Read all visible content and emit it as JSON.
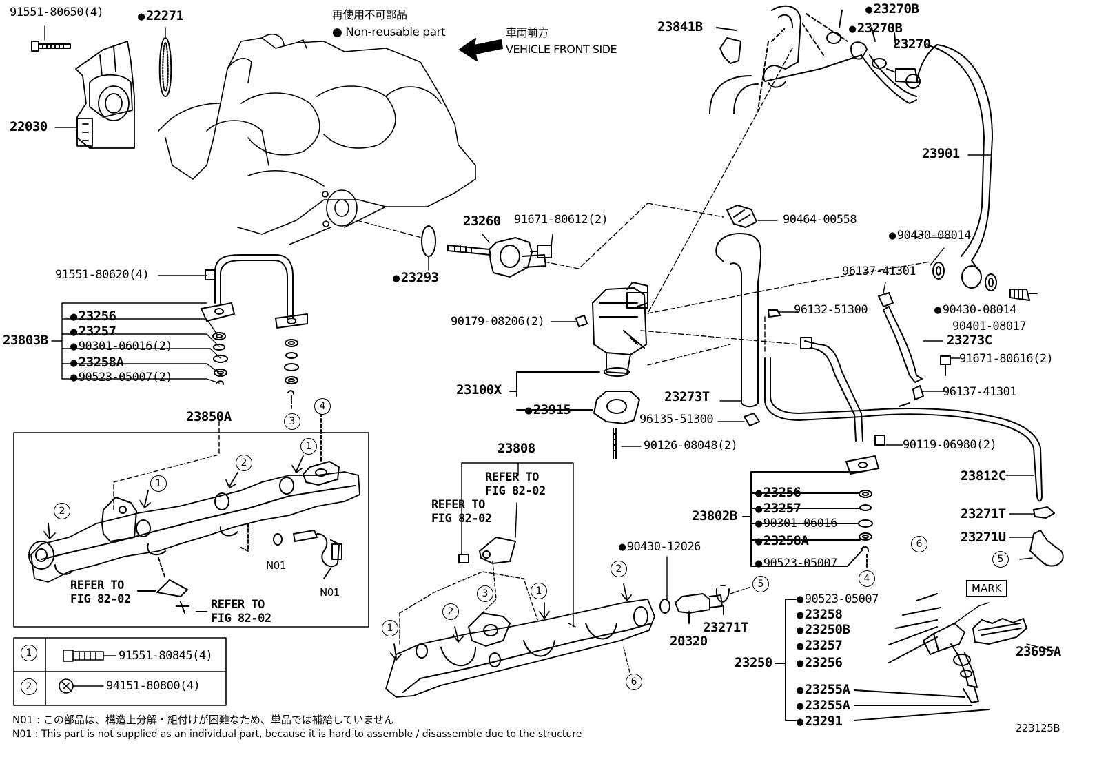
{
  "legend": {
    "jp": "再使用不可部品",
    "en": "Non-reusable part",
    "front_jp": "車両前方",
    "front_en": "VEHICLE FRONT SIDE"
  },
  "notes": {
    "n01_jp": "N01 : この部品は、構造上分解・組付けが困難なため、単品では補給していません",
    "n01_en": "N01 : This part is not supplied as an individual part, because it is hard to assemble / disassemble due to the structure"
  },
  "figure_code": "223125B",
  "mark_label": "MARK",
  "refer": {
    "line1": "REFER TO",
    "line2": "FIG 82-02"
  },
  "n01": "N01",
  "circle_nums": [
    "1",
    "2",
    "3",
    "4",
    "5",
    "6"
  ],
  "bolt_table": [
    {
      "num": "1",
      "part": "91551-80845(4)"
    },
    {
      "num": "2",
      "part": "94151-80800(4)"
    }
  ],
  "parts": {
    "p91551_80650": "91551-80650(4)",
    "p22271": "22271",
    "p22030": "22030",
    "p23841B": "23841B",
    "p23270B_1": "23270B",
    "p23270B_2": "23270B",
    "p23270": "23270",
    "p23901": "23901",
    "p90464": "90464-00558",
    "p23260": "23260",
    "p91671_80612": "91671-80612(2)",
    "p91551_80620": "91551-80620(4)",
    "p23293": "23293",
    "p90430_08014a": "90430-08014",
    "p96137_41301a": "96137-41301",
    "p90430_08014b": "90430-08014",
    "p90401_08017": "90401-08017",
    "p23803B": "23803B",
    "p23256a": "23256",
    "p23257a": "23257",
    "p90301a": "90301-06016(2)",
    "p23258Aa": "23258A",
    "p90523a": "90523-05007(2)",
    "p90179": "90179-08206(2)",
    "p96132": "96132-51300",
    "p23273C": "23273C",
    "p91671_80616": "91671-80616(2)",
    "p23100X": "23100X",
    "p23273T": "23273T",
    "p96137_41301b": "96137-41301",
    "p23915": "23915",
    "p96135": "96135-51300",
    "p23850A": "23850A",
    "p90126": "90126-08048(2)",
    "p23808": "23808",
    "p90119": "90119-06980(2)",
    "p23812C": "23812C",
    "p23802B": "23802B",
    "p23256b": "23256",
    "p23257b": "23257",
    "p90301b": "90301-06016",
    "p23258Ab": "23258A",
    "p90523b": "90523-05007",
    "p23271T": "23271T",
    "p23271U": "23271U",
    "p90430_12026": "90430-12026",
    "p20320": "20320",
    "p23271T_b": "23271T",
    "p90523c": "90523-05007",
    "p23258": "23258",
    "p23250B": "23250B",
    "p23257c": "23257",
    "p23256c": "23256",
    "p23250": "23250",
    "p23695A": "23695A",
    "p23255A_1": "23255A",
    "p23255A_2": "23255A",
    "p23291": "23291"
  }
}
